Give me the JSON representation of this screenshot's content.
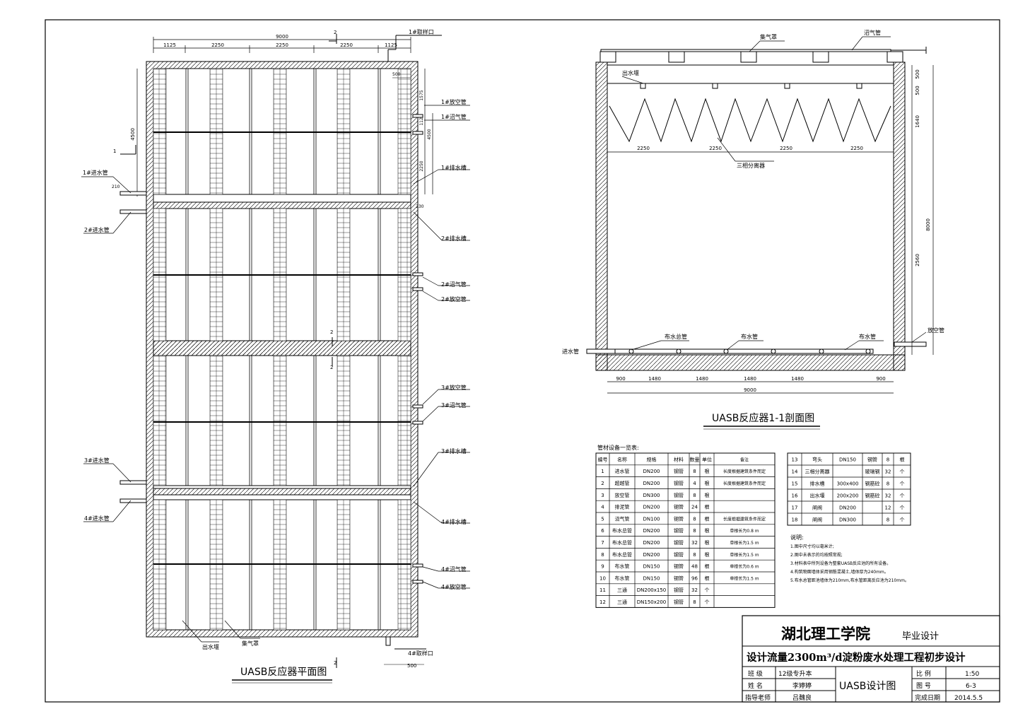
{
  "plan": {
    "title": "UASB反应器平面图",
    "top_dims": [
      "1125",
      "2250",
      "2250",
      "2250",
      "1125"
    ],
    "total_width": "9000",
    "section_mark": "2",
    "side_mark": "1",
    "sample_top": "1#取样口",
    "sample_bottom": "4#取样口",
    "dim_500_top": "500",
    "dim_500_bottom": "500",
    "dim_4500": "4500",
    "dim_right": [
      "1575",
      "1125",
      "4500",
      "2250"
    ],
    "dim_210": "210",
    "dim_230": "230",
    "left_labels": [
      "1#进水管",
      "2#进水管",
      "3#进水管",
      "4#进水管"
    ],
    "right_labels": [
      "1#放空管",
      "1#沼气管",
      "1#排水槽",
      "2#排水槽",
      "2#沼气管",
      "2#放空管",
      "3#放空管",
      "3#沼气管",
      "3#排水槽",
      "4#排水槽",
      "4#沼气管",
      "4#放空管"
    ],
    "bottom_labels": [
      "出水堰",
      "集气罩"
    ]
  },
  "section": {
    "title": "UASB反应器1-1剖面图",
    "top_labels": [
      "集气罩",
      "沼气管"
    ],
    "outlet_weir": "出水堰",
    "separator": "三相分离器",
    "sep_dims": [
      "2250",
      "2250",
      "2250",
      "2250"
    ],
    "right_dims": [
      "500",
      "500",
      "1640",
      "2560",
      "8000"
    ],
    "pipe_labels": [
      "布水总管",
      "布水管",
      "布水管"
    ],
    "inlet": "进水管",
    "drain": "放空管",
    "bottom_dims": [
      "900",
      "1480",
      "1480",
      "1480",
      "1480",
      "900"
    ],
    "total": "9000"
  },
  "table": {
    "caption": "管材设备一览表:",
    "headers": [
      "编号",
      "名称",
      "规格",
      "材料",
      "数量",
      "单位",
      "备注"
    ],
    "rows": [
      [
        "1",
        "进水管",
        "DN200",
        "钢管",
        "8",
        "根",
        "长度根据建筑条件而定"
      ],
      [
        "2",
        "超越管",
        "DN200",
        "钢管",
        "4",
        "根",
        "长度根据建筑条件而定"
      ],
      [
        "3",
        "放空管",
        "DN300",
        "钢管",
        "8",
        "根",
        ""
      ],
      [
        "4",
        "排泥管",
        "DN200",
        "钢管",
        "24",
        "根",
        ""
      ],
      [
        "5",
        "沼气管",
        "DN100",
        "钢管",
        "8",
        "根",
        "长度根据建筑条件而定"
      ],
      [
        "6",
        "布水总管",
        "DN200",
        "钢管",
        "8",
        "根",
        "单根长为0.8 m"
      ],
      [
        "7",
        "布水总管",
        "DN200",
        "钢管",
        "32",
        "根",
        "单根长为1.5 m"
      ],
      [
        "8",
        "布水总管",
        "DN200",
        "钢管",
        "8",
        "根",
        "单根长为1.5 m"
      ],
      [
        "9",
        "布水管",
        "DN150",
        "钢管",
        "48",
        "根",
        "单根长为0.6 m"
      ],
      [
        "10",
        "布水管",
        "DN150",
        "钢管",
        "96",
        "根",
        "单根长为1.5 m"
      ],
      [
        "11",
        "三通",
        "DN200x150",
        "钢管",
        "32",
        "个",
        ""
      ],
      [
        "12",
        "三通",
        "DN150x200",
        "钢管",
        "8",
        "个",
        ""
      ]
    ],
    "rows2": [
      [
        "13",
        "弯头",
        "DN150",
        "钢管",
        "8",
        "根"
      ],
      [
        "14",
        "三相分离器",
        "",
        "玻璃钢",
        "32",
        "个"
      ],
      [
        "15",
        "排水槽",
        "300x400",
        "钢筋砼",
        "8",
        "个"
      ],
      [
        "16",
        "出水堰",
        "200x200",
        "钢筋砼",
        "32",
        "个"
      ],
      [
        "17",
        "闸阀",
        "DN200",
        "",
        "12",
        "个"
      ],
      [
        "18",
        "闸阀",
        "DN300",
        "",
        "8",
        "个"
      ]
    ]
  },
  "notes": {
    "title": "说明:",
    "items": [
      "1.图中尺寸均以毫米计;",
      "2.图中未表示的均按照常规;",
      "3.材料表中所列设备为整套UASB反应池的所有设备。",
      "4.构筑物面墙体采用钢筋混凝土,墙体厚为240mm。",
      "5.布水总管距池墙体为210mm,布水管距离反应池为210mm。"
    ]
  },
  "titleblock": {
    "school": "湖北理工学院",
    "subtitle": "毕业设计",
    "project": "设计流量2300m³/d淀粉废水处理工程初步设计",
    "class_label": "班 级",
    "class_value": "12级专升本",
    "name_label": "姓 名",
    "name_value": "李婷婷",
    "advisor_label": "指导老师",
    "advisor_value": "吕魏良",
    "drawing_name": "UASB设计图",
    "scale_label": "比 例",
    "scale_value": "1:50",
    "no_label": "图 号",
    "no_value": "6-3",
    "date_label": "完成日期",
    "date_value": "2014.5.5"
  }
}
